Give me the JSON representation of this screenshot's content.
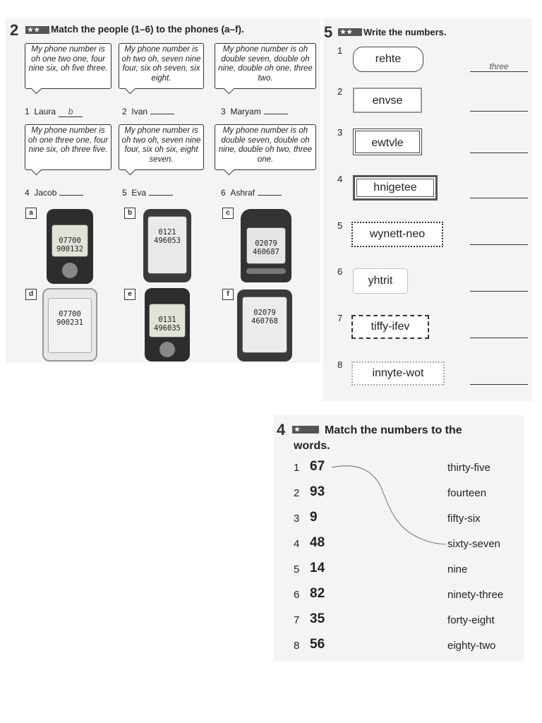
{
  "ex2": {
    "number": "2",
    "stars": "★★",
    "title": "Match the people (1–6) to the phones (a–f).",
    "bubbles": [
      "My phone number is oh one two one, four nine six, oh five three.",
      "My phone number is oh two oh, seven nine four, six oh seven, six eight.",
      "My phone number is oh double seven, double oh nine, double oh one, three two.",
      "My phone number is oh one three one, four nine six, oh three five.",
      "My phone number is oh two oh, seven nine four, six oh six, eight seven.",
      "My phone number is oh double seven, double oh nine, double oh two, three one."
    ],
    "people": [
      {
        "num": "1",
        "name": "Laura",
        "answer": "b"
      },
      {
        "num": "2",
        "name": "Ivan",
        "answer": ""
      },
      {
        "num": "3",
        "name": "Maryam",
        "answer": ""
      },
      {
        "num": "4",
        "name": "Jacob",
        "answer": ""
      },
      {
        "num": "5",
        "name": "Eva",
        "answer": ""
      },
      {
        "num": "6",
        "name": "Ashraf",
        "answer": ""
      }
    ],
    "phones": [
      {
        "label": "a",
        "line1": "07700",
        "line2": "900132"
      },
      {
        "label": "b",
        "line1": "0121",
        "line2": "496053"
      },
      {
        "label": "c",
        "line1": "02079",
        "line2": "460687"
      },
      {
        "label": "d",
        "line1": "07700",
        "line2": "900231"
      },
      {
        "label": "e",
        "line1": "0131",
        "line2": "496035"
      },
      {
        "label": "f",
        "line1": "02079",
        "line2": "460768"
      }
    ]
  },
  "ex5": {
    "number": "5",
    "stars": "★★",
    "title": "Write the numbers.",
    "items": [
      {
        "num": "1",
        "word": "rehte",
        "answer": "three"
      },
      {
        "num": "2",
        "word": "envse",
        "answer": ""
      },
      {
        "num": "3",
        "word": "ewtvle",
        "answer": ""
      },
      {
        "num": "4",
        "word": "hnigetee",
        "answer": ""
      },
      {
        "num": "5",
        "word": "wynett-neo",
        "answer": ""
      },
      {
        "num": "6",
        "word": "yhtrit",
        "answer": ""
      },
      {
        "num": "7",
        "word": "tiffy-ifev",
        "answer": ""
      },
      {
        "num": "8",
        "word": "innyte-wot",
        "answer": ""
      }
    ]
  },
  "ex4": {
    "number": "4",
    "stars": "★",
    "title_line1": "Match the numbers to the",
    "title_line2": "words.",
    "numbers": [
      {
        "num": "1",
        "value": "67"
      },
      {
        "num": "2",
        "value": "93"
      },
      {
        "num": "3",
        "value": "9"
      },
      {
        "num": "4",
        "value": "48"
      },
      {
        "num": "5",
        "value": "14"
      },
      {
        "num": "6",
        "value": "82"
      },
      {
        "num": "7",
        "value": "35"
      },
      {
        "num": "8",
        "value": "56"
      }
    ],
    "words": [
      "thirty-five",
      "fourteen",
      "fifty-six",
      "sixty-seven",
      "nine",
      "ninety-three",
      "forty-eight",
      "eighty-two"
    ]
  }
}
